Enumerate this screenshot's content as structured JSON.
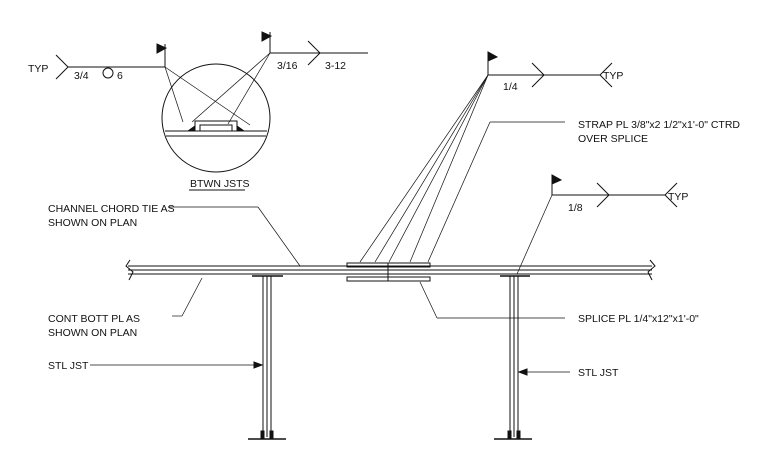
{
  "labels": {
    "typ": "TYP",
    "weld_top_left_size": "3/4",
    "weld_top_left_length": "6",
    "weld_top_right_size": "3/16",
    "weld_top_right_length": "3-12",
    "detail_title": "BTWN JSTS",
    "weld_strap_size": "1/4",
    "weld_joist_size": "1/8",
    "strap_line1": "STRAP PL 3/8\"x2 1/2\"x1'-0\" CTRD",
    "strap_line2": "OVER SPLICE",
    "channel_line1": "CHANNEL CHORD TIE AS",
    "channel_line2": "SHOWN ON PLAN",
    "bott_pl_line1": "CONT BOTT PL AS",
    "bott_pl_line2": "SHOWN ON PLAN",
    "splice_pl": "SPLICE PL 1/4\"x12\"x1'-0\"",
    "stl_jst_left": "STL JST",
    "stl_jst_right": "STL JST"
  }
}
